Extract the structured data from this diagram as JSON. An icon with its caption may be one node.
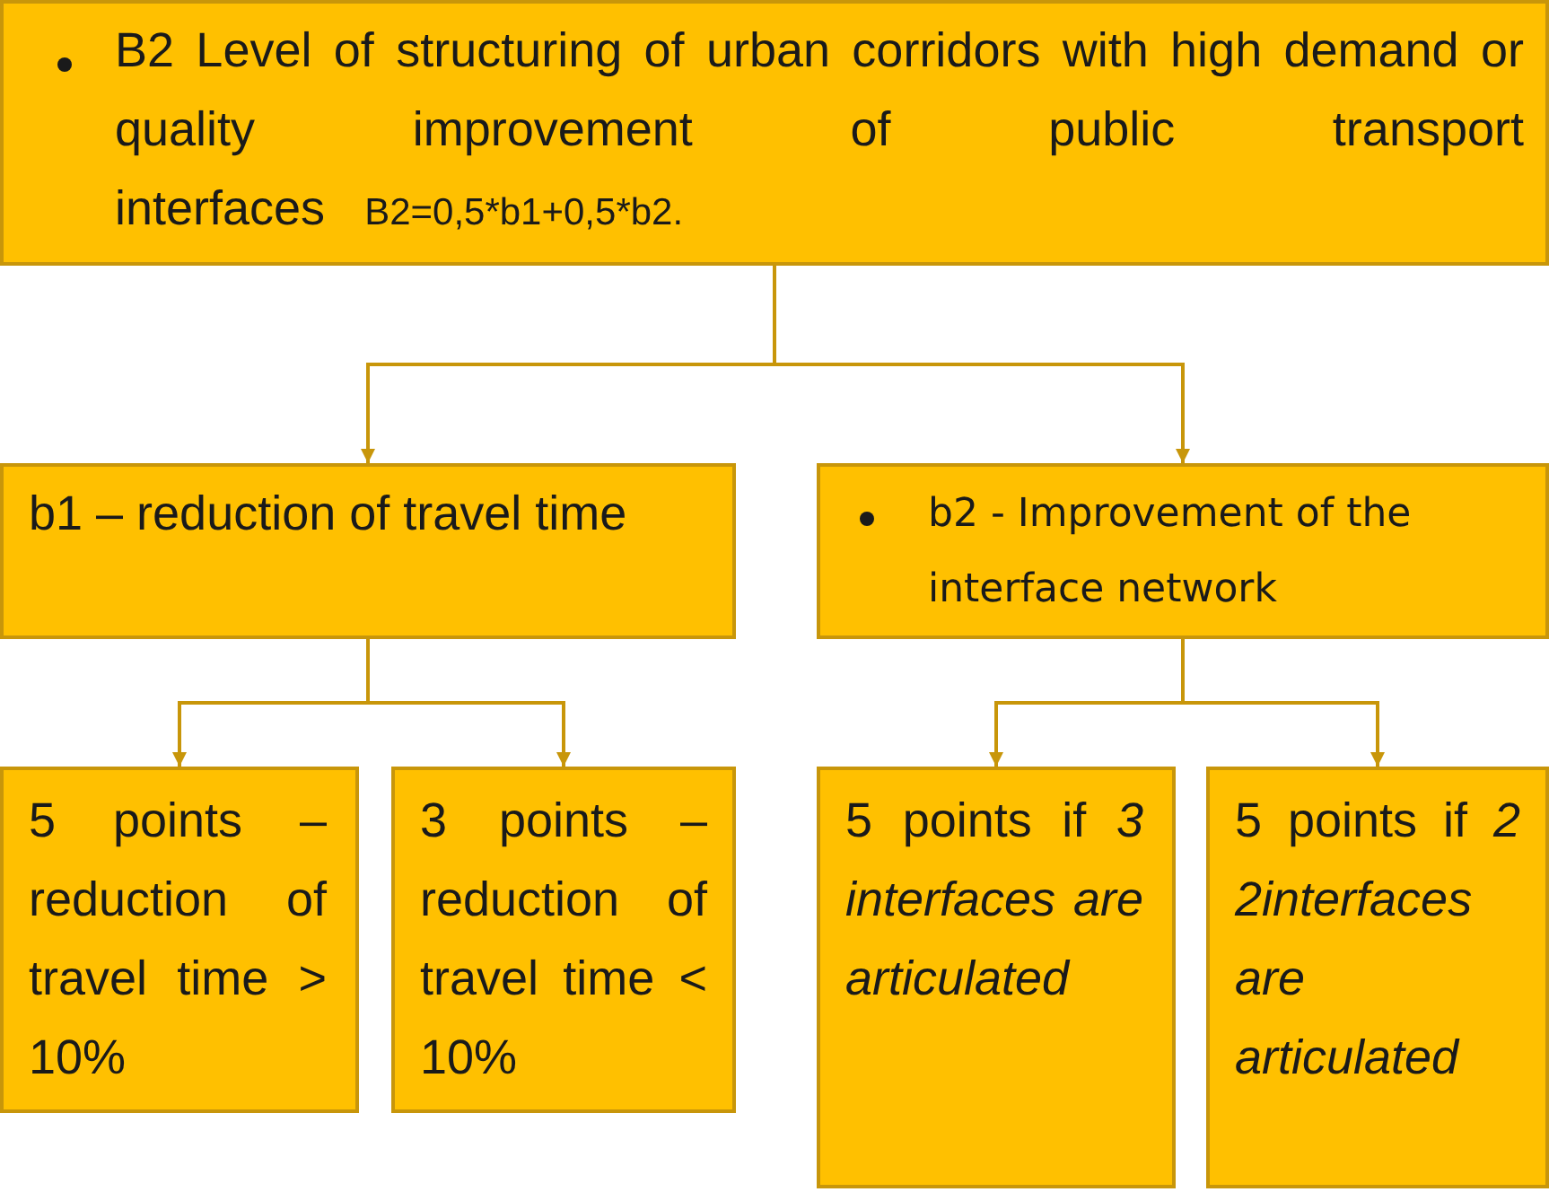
{
  "diagram": {
    "nodes": [
      {
        "text": [
          "B2 Level of structuring of urban corridors with high demand or quality improvement of public transport interfaces",
          "B2=0,5*b1+0,5*b2."
        ]
      },
      {
        "text": [
          "b1 – reduction of travel time"
        ]
      },
      {
        "text": [
          "b2 - Improvement of the interface network"
        ]
      },
      {
        "text": [
          "5 points – reduction of travel time > 10%"
        ]
      },
      {
        "text": [
          "3 points – reduction of travel time < 10%"
        ]
      },
      {
        "text": [
          "5 points if *3 interfaces are articulated*"
        ]
      },
      {
        "text": [
          "5 points if *2 2interfaces are articulated*"
        ]
      }
    ],
    "edges": [
      {
        "from": 0,
        "to": 1,
        "arrow": "to"
      },
      {
        "from": 0,
        "to": 2,
        "arrow": "to"
      },
      {
        "from": 1,
        "to": 3,
        "arrow": "to"
      },
      {
        "from": 1,
        "to": 4,
        "arrow": "to"
      },
      {
        "from": 2,
        "to": 5,
        "arrow": "to"
      },
      {
        "from": 2,
        "to": 6,
        "arrow": "to"
      }
    ]
  }
}
